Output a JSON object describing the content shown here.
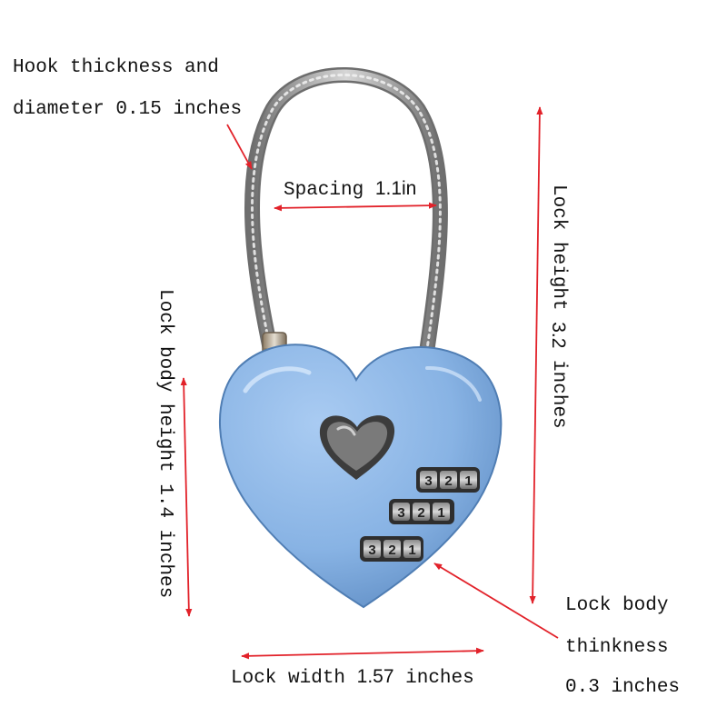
{
  "annotations": {
    "hook_line1": "Hook thickness and",
    "hook_line2": "diameter 0.15 inches",
    "spacing_label": "Spacing",
    "spacing_value": "1.1in",
    "lock_height_label": "Lock height",
    "lock_height_value": "3.2",
    "lock_height_unit": "inches",
    "body_height_label": "Lock body height 1.4 inches",
    "width_label": "Lock width",
    "width_value": "1.57",
    "width_unit": "inches",
    "thickness_line1": "Lock body",
    "thickness_line2": "thinkness",
    "thickness_line3": "0.3 inches"
  },
  "dials": {
    "row1": [
      "3",
      "2",
      "1"
    ],
    "row2": [
      "3",
      "2",
      "1"
    ],
    "row3": [
      "3",
      "2",
      "1"
    ]
  },
  "colors": {
    "arrow": "#e2222a",
    "lock_body": "#8bb6e6",
    "lock_body_shade": "#5f8dc4",
    "shackle": "#9a9a9a",
    "metal": "#5b5b5b",
    "text": "#111111"
  }
}
